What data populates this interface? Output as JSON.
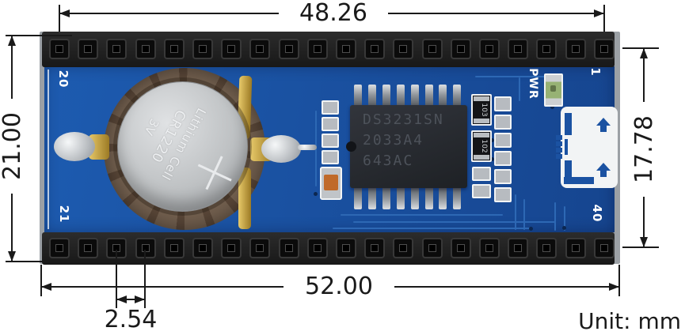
{
  "dimensions": {
    "top_width": "48.26",
    "board_height": "21.00",
    "bottom_width": "52.00",
    "pin_pitch": "2.54",
    "pin_span_height": "17.78",
    "unit": "Unit: mm"
  },
  "board": {
    "pin_labels": {
      "top_left": "20",
      "top_right": "1",
      "bottom_left": "21",
      "bottom_right": "40"
    },
    "power_led_label": "PWR",
    "header_pin_count": 20,
    "chip": {
      "marking_line1": "DS3231SN",
      "marking_line2": "2033A4",
      "marking_line3": "643AC",
      "pins_per_side": 8
    },
    "battery": {
      "text_line1": "Lithium Cell",
      "text_line2": "CR1220",
      "text_line3": "3V",
      "polarity_mark": "+"
    },
    "resistor_markings": {
      "r1": "103",
      "r2": "102"
    }
  },
  "colors": {
    "pcb_blue": "#1b52a2",
    "trace_blue": "#2d68b4",
    "silkscreen_white": "#f2f4f5",
    "header_black": "#1f1f1f",
    "holder_brown": "#6d5849",
    "gold": "#c89b3c",
    "led_green": "#97b274",
    "chip_body": "#26292e",
    "dimension_ink": "#1a1a1a",
    "component_orange": "#c06a2a"
  }
}
